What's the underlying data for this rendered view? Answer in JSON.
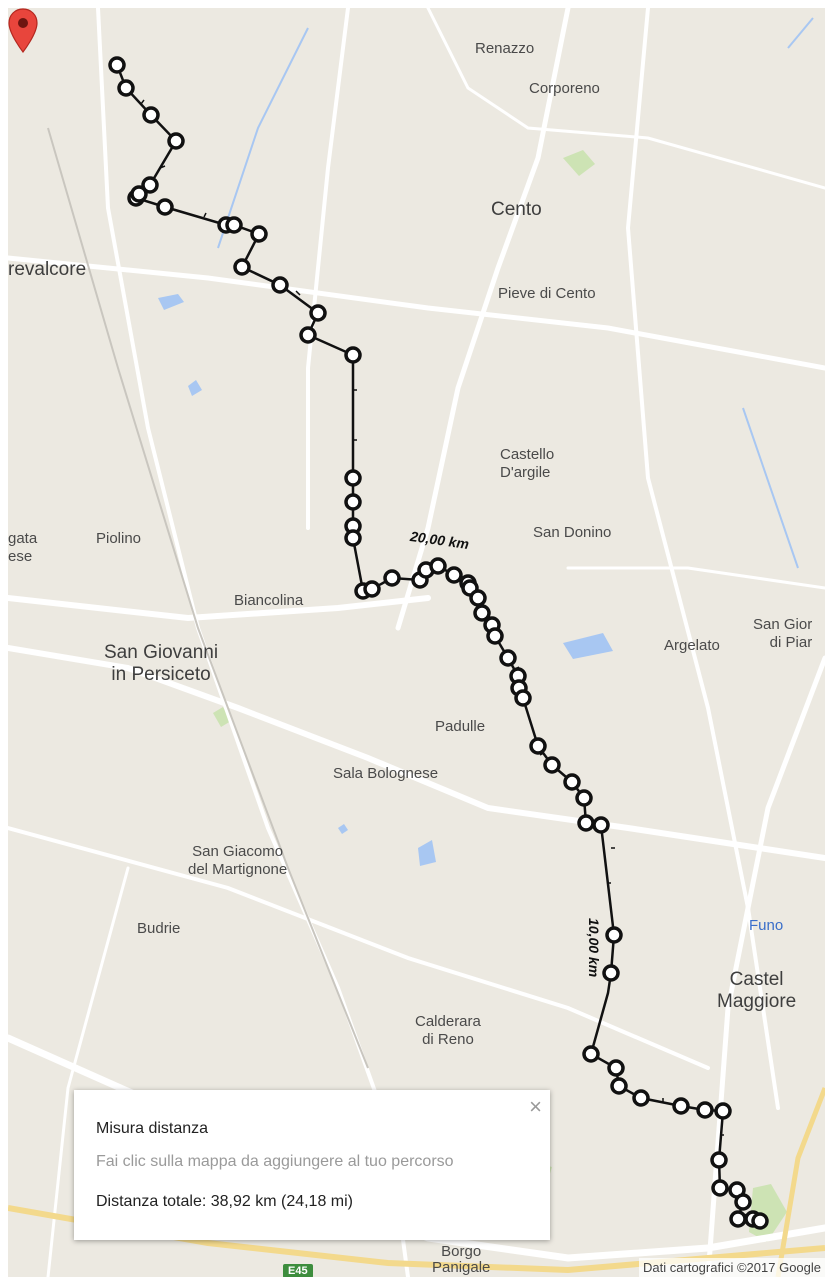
{
  "places": [
    {
      "name": "renazzo",
      "text": "Renazzo"
    },
    {
      "name": "corporeno",
      "text": "Corporeno"
    },
    {
      "name": "cento",
      "text": "Cento"
    },
    {
      "name": "crevalcore",
      "text": "revalcore"
    },
    {
      "name": "pieve-di-cento",
      "text": "Pieve di Cento"
    },
    {
      "name": "castello-dargile",
      "text": "Castello\nD'argile"
    },
    {
      "name": "piolino",
      "text": "Piolino"
    },
    {
      "name": "san-donino",
      "text": "San Donino"
    },
    {
      "name": "biancolina",
      "text": "Biancolina"
    },
    {
      "name": "san-giovanni",
      "text": "San Giovanni\nin Persiceto"
    },
    {
      "name": "argelato",
      "text": "Argelato"
    },
    {
      "name": "san-giorgio",
      "text": "San Gior\ndi Piar"
    },
    {
      "name": "padulle",
      "text": "Padulle"
    },
    {
      "name": "sala-bolognese",
      "text": "Sala Bolognese"
    },
    {
      "name": "san-giacomo",
      "text": "San Giacomo\ndel Martignone"
    },
    {
      "name": "budrie",
      "text": "Budrie"
    },
    {
      "name": "funo",
      "text": "Funo"
    },
    {
      "name": "castel-maggiore",
      "text": "Castel\nMaggiore"
    },
    {
      "name": "calderara",
      "text": "Calderara\ndi Reno"
    },
    {
      "name": "borgo-panigale",
      "text": "Borgo\nPanigale"
    },
    {
      "name": "gata",
      "text": "gata\nese"
    }
  ],
  "distance_labels": {
    "km20": "20,00 km",
    "km10": "10,00 km"
  },
  "road_shield": "E45",
  "infobox": {
    "title": "Misura distanza",
    "hint": "Fai clic sulla mappa da aggiungere al tuo percorso",
    "total": "Distanza totale: 38,92 km (24,18 mi)",
    "close": "×"
  },
  "copyright": "Dati cartografici ©2017 Google",
  "colors": {
    "land": "#ece9e1",
    "road": "#ffffff",
    "water": "#a8c7f2",
    "park": "#cde3b4",
    "route": "#111111",
    "pin": "#e8453c"
  }
}
